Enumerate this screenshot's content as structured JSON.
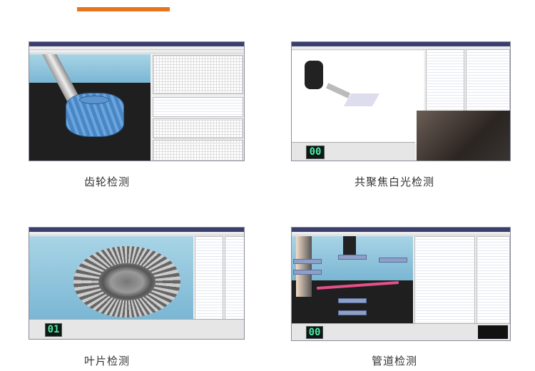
{
  "accent_color": "#e8741c",
  "panels": [
    {
      "caption": "齿轮检测"
    },
    {
      "caption": "共聚焦白光检测",
      "readout": "00"
    },
    {
      "caption": "叶片检测",
      "readout": "01"
    },
    {
      "caption": "管道检测",
      "readout": "00"
    }
  ]
}
